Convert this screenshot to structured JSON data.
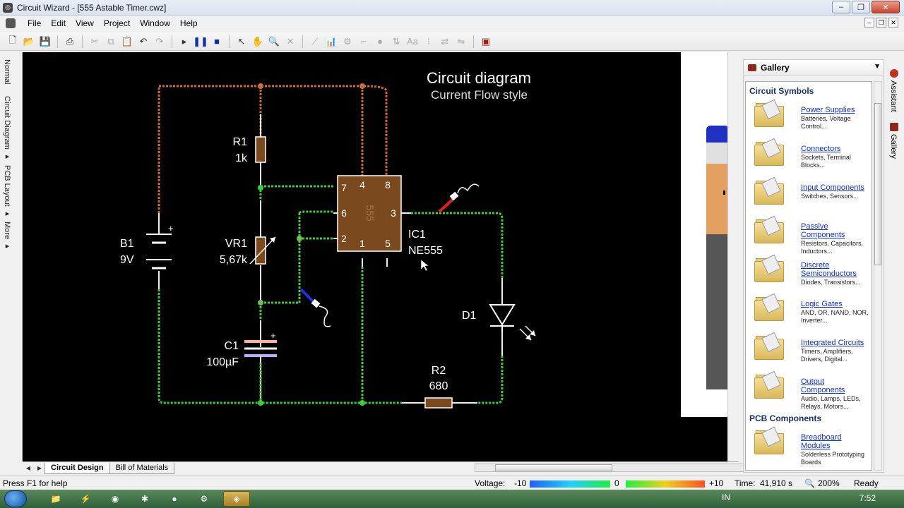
{
  "window": {
    "title": "Circuit Wizard - [555 Astable Timer.cwz]",
    "minimize": "‒",
    "restore": "❐",
    "close": "✕"
  },
  "menu": [
    "File",
    "Edit",
    "View",
    "Project",
    "Window",
    "Help"
  ],
  "left_tabs": [
    "Normal",
    "Circuit Diagram ▸",
    "PCB Layout ▸",
    "More ▸"
  ],
  "canvas": {
    "title": "Circuit diagram",
    "subtitle": "Current Flow style",
    "components": {
      "r1": {
        "name": "R1",
        "value": "1k"
      },
      "vr1": {
        "name": "VR1",
        "value": "5,67k"
      },
      "b1": {
        "name": "B1",
        "value": "9V",
        "plus": "+"
      },
      "c1": {
        "name": "C1",
        "value": "100µF",
        "plus": "+"
      },
      "ic1": {
        "name": "IC1",
        "value": "NE555",
        "chip": "555"
      },
      "d1": {
        "name": "D1"
      },
      "r2": {
        "name": "R2",
        "value": "680"
      }
    },
    "pins": {
      "p7": "7",
      "p4": "4",
      "p8": "8",
      "p6": "6",
      "p3": "3",
      "p2": "2",
      "p1": "1",
      "p5": "5"
    },
    "colors": {
      "positive_wire": "#d06a3a",
      "ground_wire": "#3ccf3c",
      "background": "#000000",
      "component": "#7a4a1e"
    }
  },
  "bottom_tabs": [
    "Circuit Design",
    "Bill of Materials"
  ],
  "gallery": {
    "title": "Gallery",
    "sections": [
      {
        "title": "Circuit Symbols",
        "items": [
          {
            "label": "Power Supplies",
            "desc": "Batteries, Voltage Control..."
          },
          {
            "label": "Connectors",
            "desc": "Sockets, Terminal Blocks..."
          },
          {
            "label": "Input Components",
            "desc": "Switches, Sensors..."
          },
          {
            "label": "Passive Components",
            "desc": "Resistors, Capacitors, Inductors..."
          },
          {
            "label": "Discrete Semiconductors",
            "desc": "Diodes, Transistors..."
          },
          {
            "label": "Logic Gates",
            "desc": "AND, OR, NAND, NOR, Inverter..."
          },
          {
            "label": "Integrated Circuits",
            "desc": "Timers, Amplifiers, Drivers, Digital..."
          },
          {
            "label": "Output Components",
            "desc": "Audio, Lamps, LEDs, Relays, Motors..."
          }
        ]
      },
      {
        "title": "PCB Components",
        "items": [
          {
            "label": "Breadboard Modules",
            "desc": "Solderless Prototyping Boards"
          }
        ]
      }
    ]
  },
  "right_tabs": [
    "Assistant",
    "Gallery"
  ],
  "status": {
    "help": "Press F1 for help",
    "voltage_label": "Voltage:",
    "v_min": "-10",
    "v_mid": "0",
    "v_max": "+10",
    "time_label": "Time:",
    "time_value": "41,910 s",
    "zoom": "200%",
    "state": "Ready"
  },
  "taskbar": {
    "lang": "IN",
    "clock": "7:52"
  }
}
